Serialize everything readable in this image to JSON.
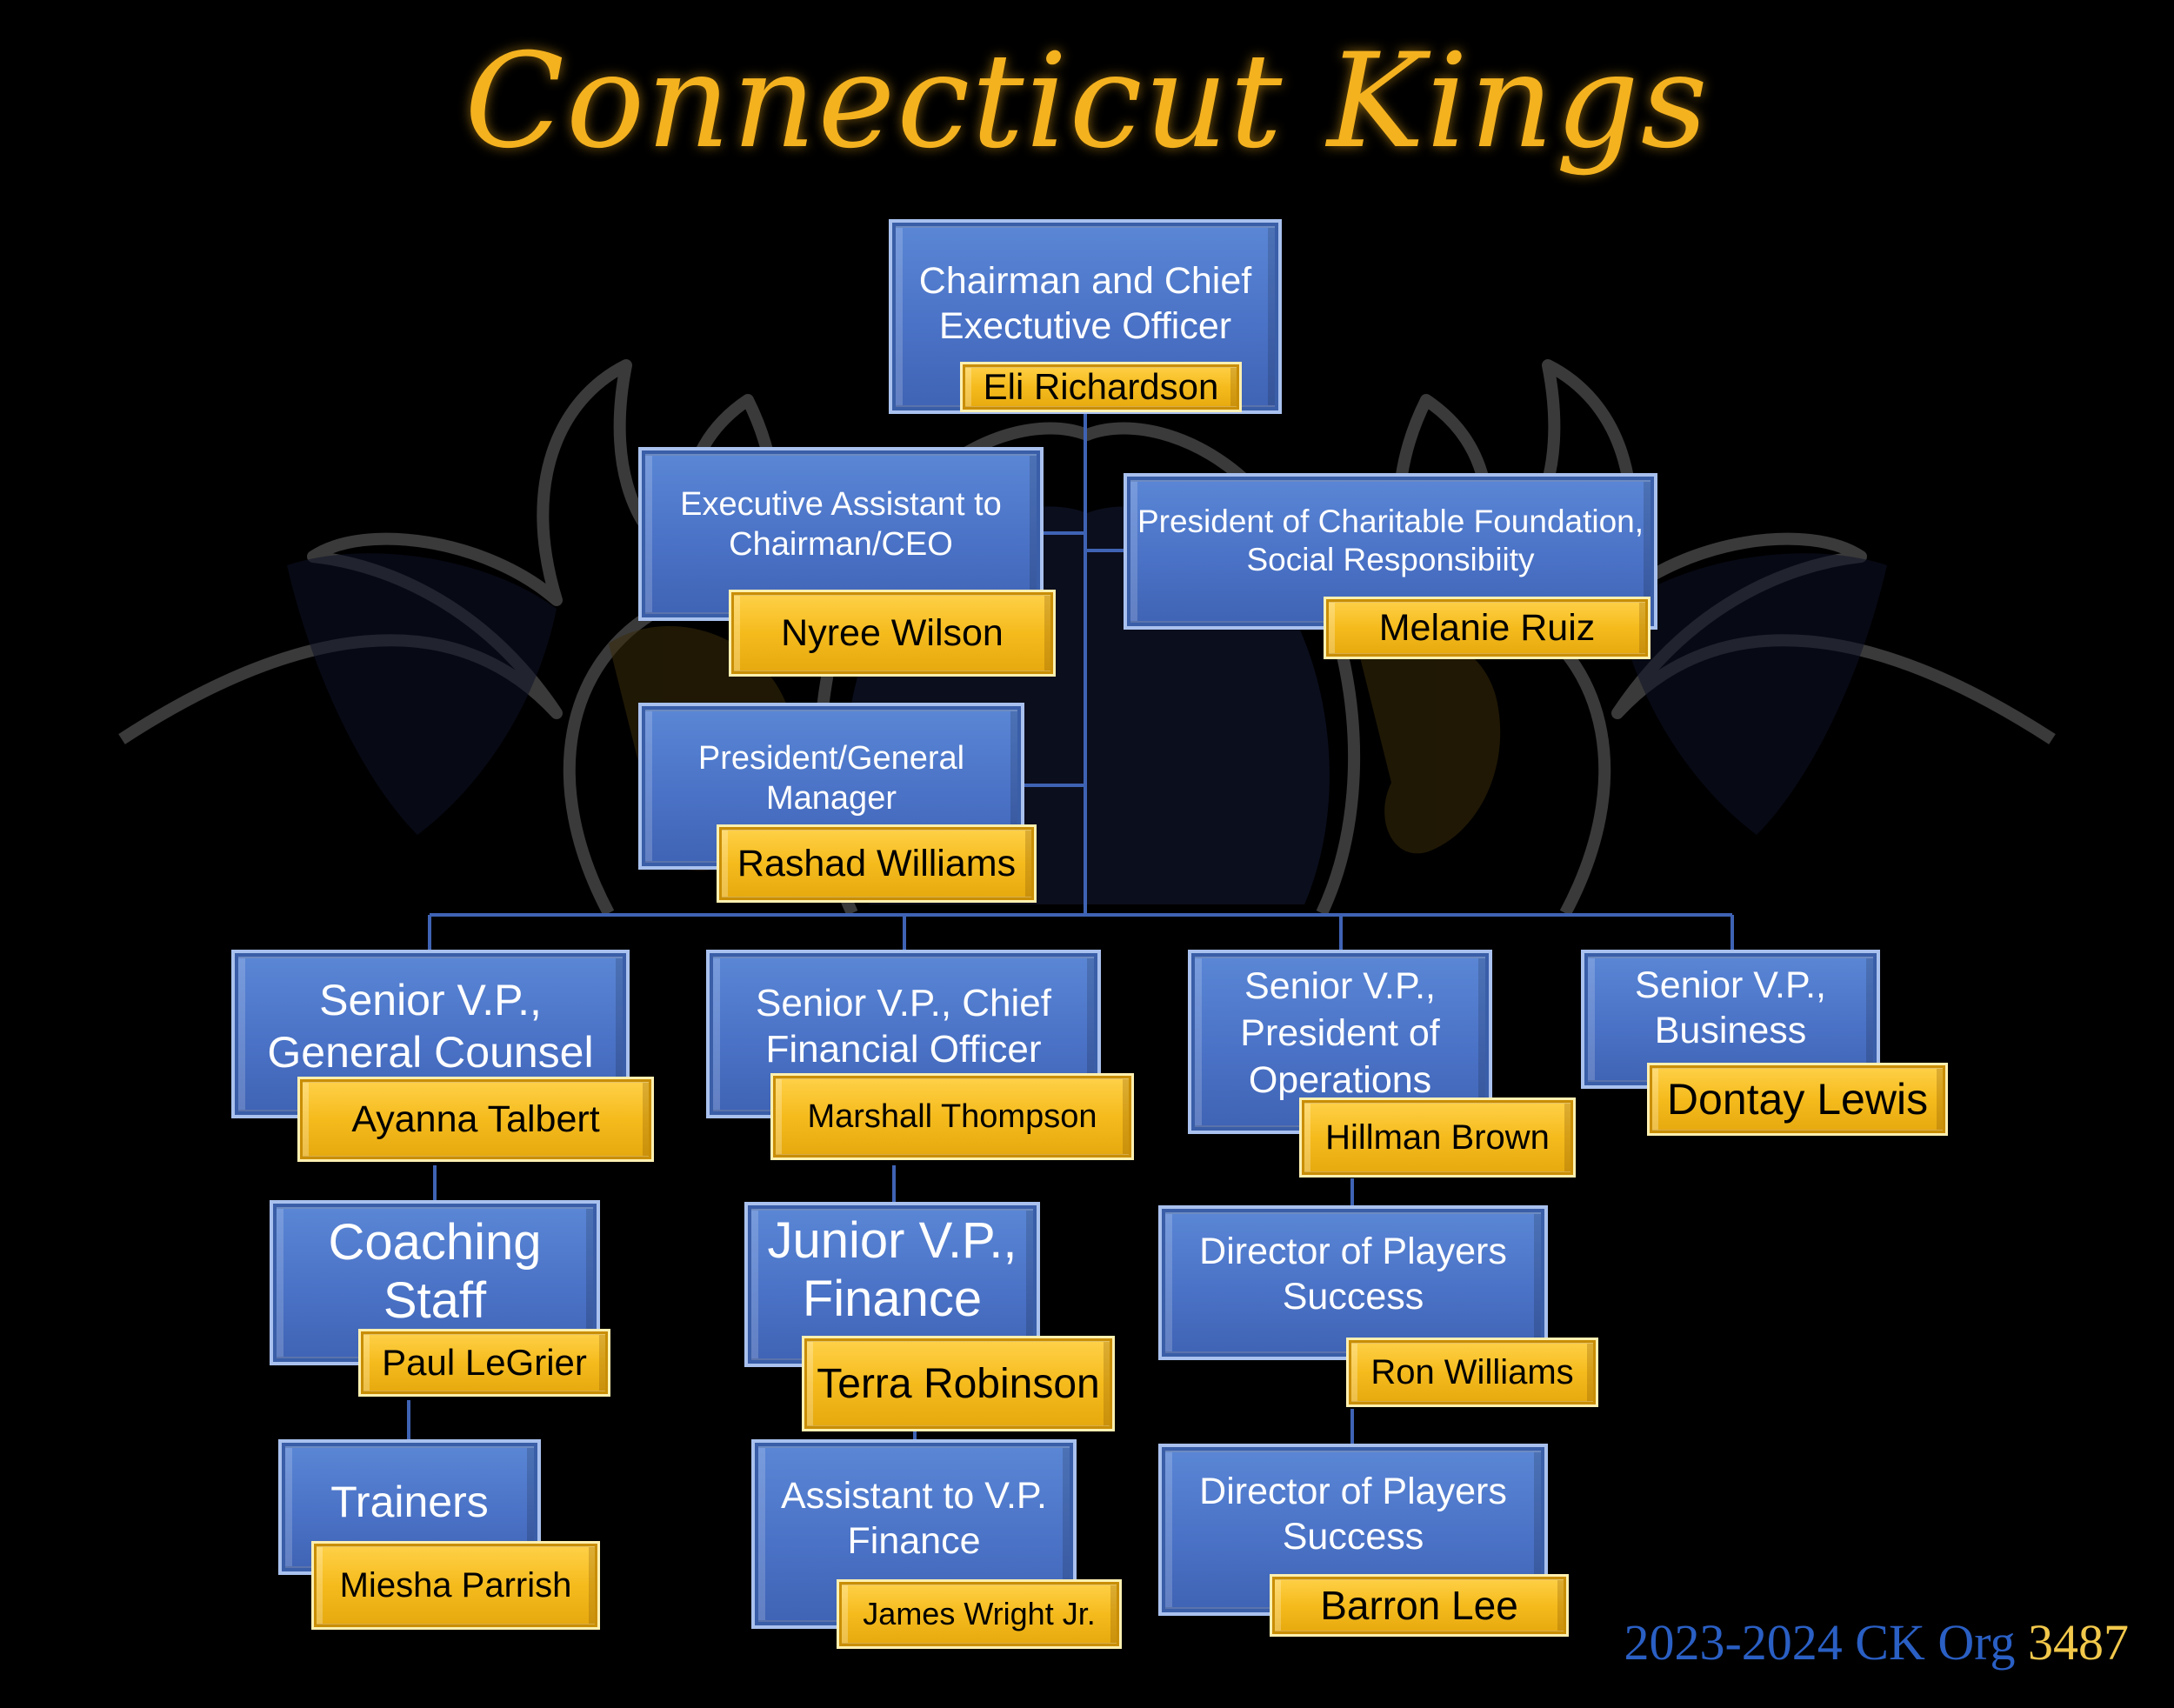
{
  "title": "Connecticut Kings",
  "chart": {
    "ceo": {
      "role": "Chairman and Chief Exectutive Officer",
      "name": "Eli Richardson"
    },
    "exec_assistant": {
      "role": "Executive Assistant to Chairman/CEO",
      "name": "Nyree Wilson"
    },
    "charitable": {
      "role": "President of Charitable Foundation, Social Responsibiity",
      "name": "Melanie Ruiz"
    },
    "president_gm": {
      "role": "President/General Manager",
      "name": "Rashad Williams"
    },
    "svp_counsel": {
      "role": "Senior V.P., General Counsel",
      "name": "Ayanna Talbert"
    },
    "svp_cfo": {
      "role": "Senior V.P., Chief Financial Officer",
      "name": "Marshall Thompson"
    },
    "svp_operations": {
      "role": "Senior V.P., President of Operations",
      "name": "Hillman Brown"
    },
    "svp_business": {
      "role": "Senior V.P., Business",
      "name": "Dontay Lewis"
    },
    "coaching": {
      "role": "Coaching Staff",
      "name": "Paul LeGrier"
    },
    "jvp_finance": {
      "role": "Junior V.P., Finance",
      "name": "Terra Robinson"
    },
    "dir_players_1": {
      "role": "Director of Players Success",
      "name": "Ron Williams"
    },
    "trainers": {
      "role": "Trainers",
      "name": "Miesha Parrish"
    },
    "asst_vp_finance": {
      "role": "Assistant to V.P. Finance",
      "name": "James Wright Jr."
    },
    "dir_players_2": {
      "role": "Director of Players Success",
      "name": "Barron Lee"
    }
  },
  "footer": {
    "label": "2023-2024 CK Org",
    "number": "3487"
  },
  "colors": {
    "role_box": "#4a72c6",
    "name_box": "#f5bb1d",
    "title": "#f5b21f",
    "footer_label": "#2a5fc4",
    "footer_number": "#f2c84b",
    "connector": "#3f63b4"
  }
}
